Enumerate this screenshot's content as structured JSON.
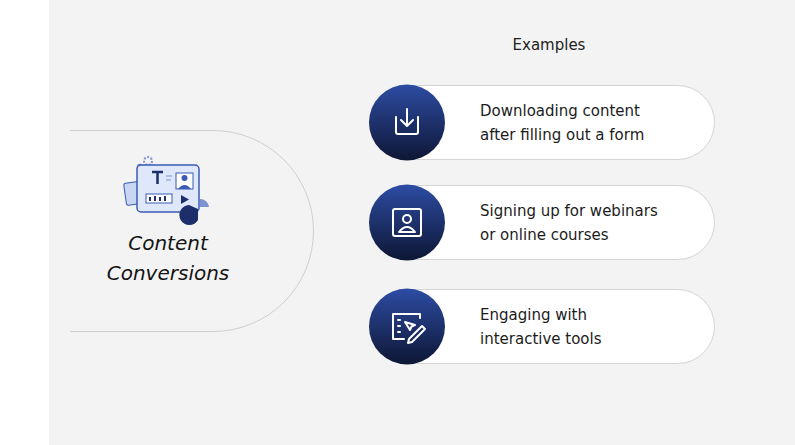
{
  "diagram": {
    "nodes": [
      {
        "text": [
          "Content Conversions"
        ]
      },
      {
        "text": [
          "Downloading content after filling out a form"
        ]
      },
      {
        "text": [
          "Signing up for webinars or online courses"
        ]
      },
      {
        "text": [
          "Engaging with interactive tools"
        ]
      }
    ],
    "labels": [
      "Examples"
    ]
  }
}
